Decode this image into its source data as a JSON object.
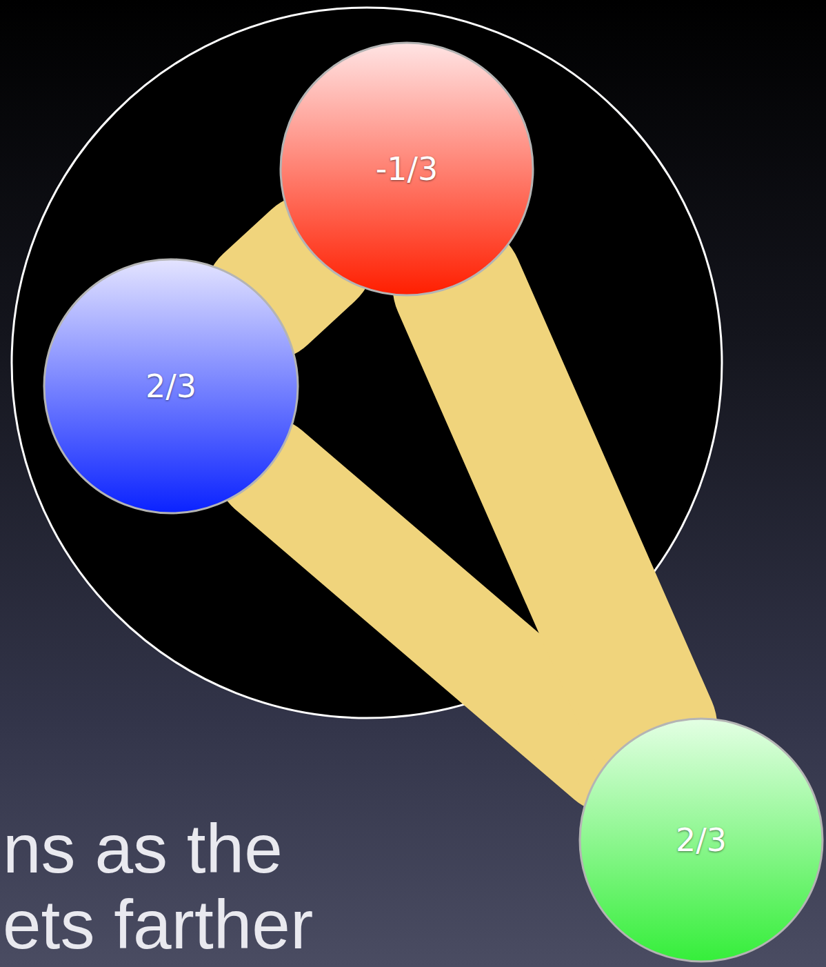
{
  "diagram": {
    "nodes": [
      {
        "text": [
          "-1/3"
        ]
      },
      {
        "text": [
          "2/3"
        ]
      },
      {
        "text": [
          "2/3"
        ]
      }
    ],
    "edges": [
      {
        "from": 1,
        "to": 0,
        "arrow": "none"
      },
      {
        "from": 1,
        "to": 2,
        "arrow": "none"
      },
      {
        "from": 0,
        "to": 2,
        "arrow": "none"
      }
    ],
    "labels": [
      "ns as the",
      "ets farther"
    ]
  }
}
